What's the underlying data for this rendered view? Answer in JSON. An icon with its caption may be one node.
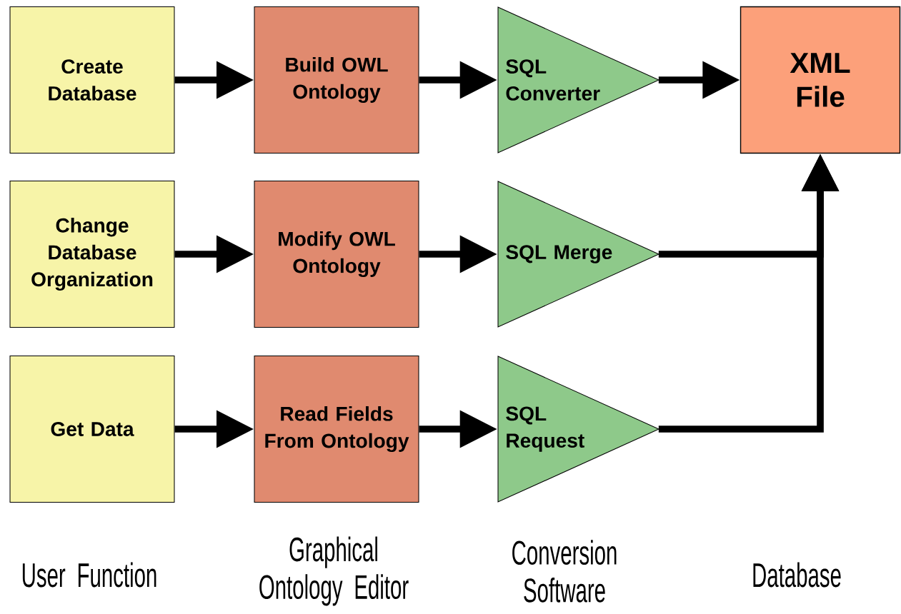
{
  "diagram": {
    "nodes": [
      {
        "text": [
          "Create Database"
        ]
      },
      {
        "text": [
          "Build OWL Ontology"
        ]
      },
      {
        "text": [
          "SQL Converter"
        ]
      },
      {
        "text": [
          "XML File"
        ]
      },
      {
        "text": [
          "Change Database Organization"
        ]
      },
      {
        "text": [
          "Modify OWL Ontology"
        ]
      },
      {
        "text": [
          "SQL Merge"
        ]
      },
      {
        "text": [
          "Get Data"
        ]
      },
      {
        "text": [
          "Read Fields From Ontology"
        ]
      },
      {
        "text": [
          "SQL Request"
        ]
      }
    ],
    "edges": [
      {
        "from": 0,
        "to": 1,
        "arrow": "to"
      },
      {
        "from": 1,
        "to": 2,
        "arrow": "to"
      },
      {
        "from": 2,
        "to": 3,
        "arrow": "to"
      },
      {
        "from": 4,
        "to": 5,
        "arrow": "to"
      },
      {
        "from": 5,
        "to": 6,
        "arrow": "to"
      },
      {
        "from": 6,
        "to": 3,
        "arrow": "to"
      },
      {
        "from": 7,
        "to": 8,
        "arrow": "to"
      },
      {
        "from": 8,
        "to": 9,
        "arrow": "to"
      },
      {
        "from": 9,
        "to": 3,
        "arrow": "to"
      }
    ],
    "labels": [
      "User Function",
      "Graphical Ontology Editor",
      "Conversion Software",
      "Database"
    ]
  }
}
